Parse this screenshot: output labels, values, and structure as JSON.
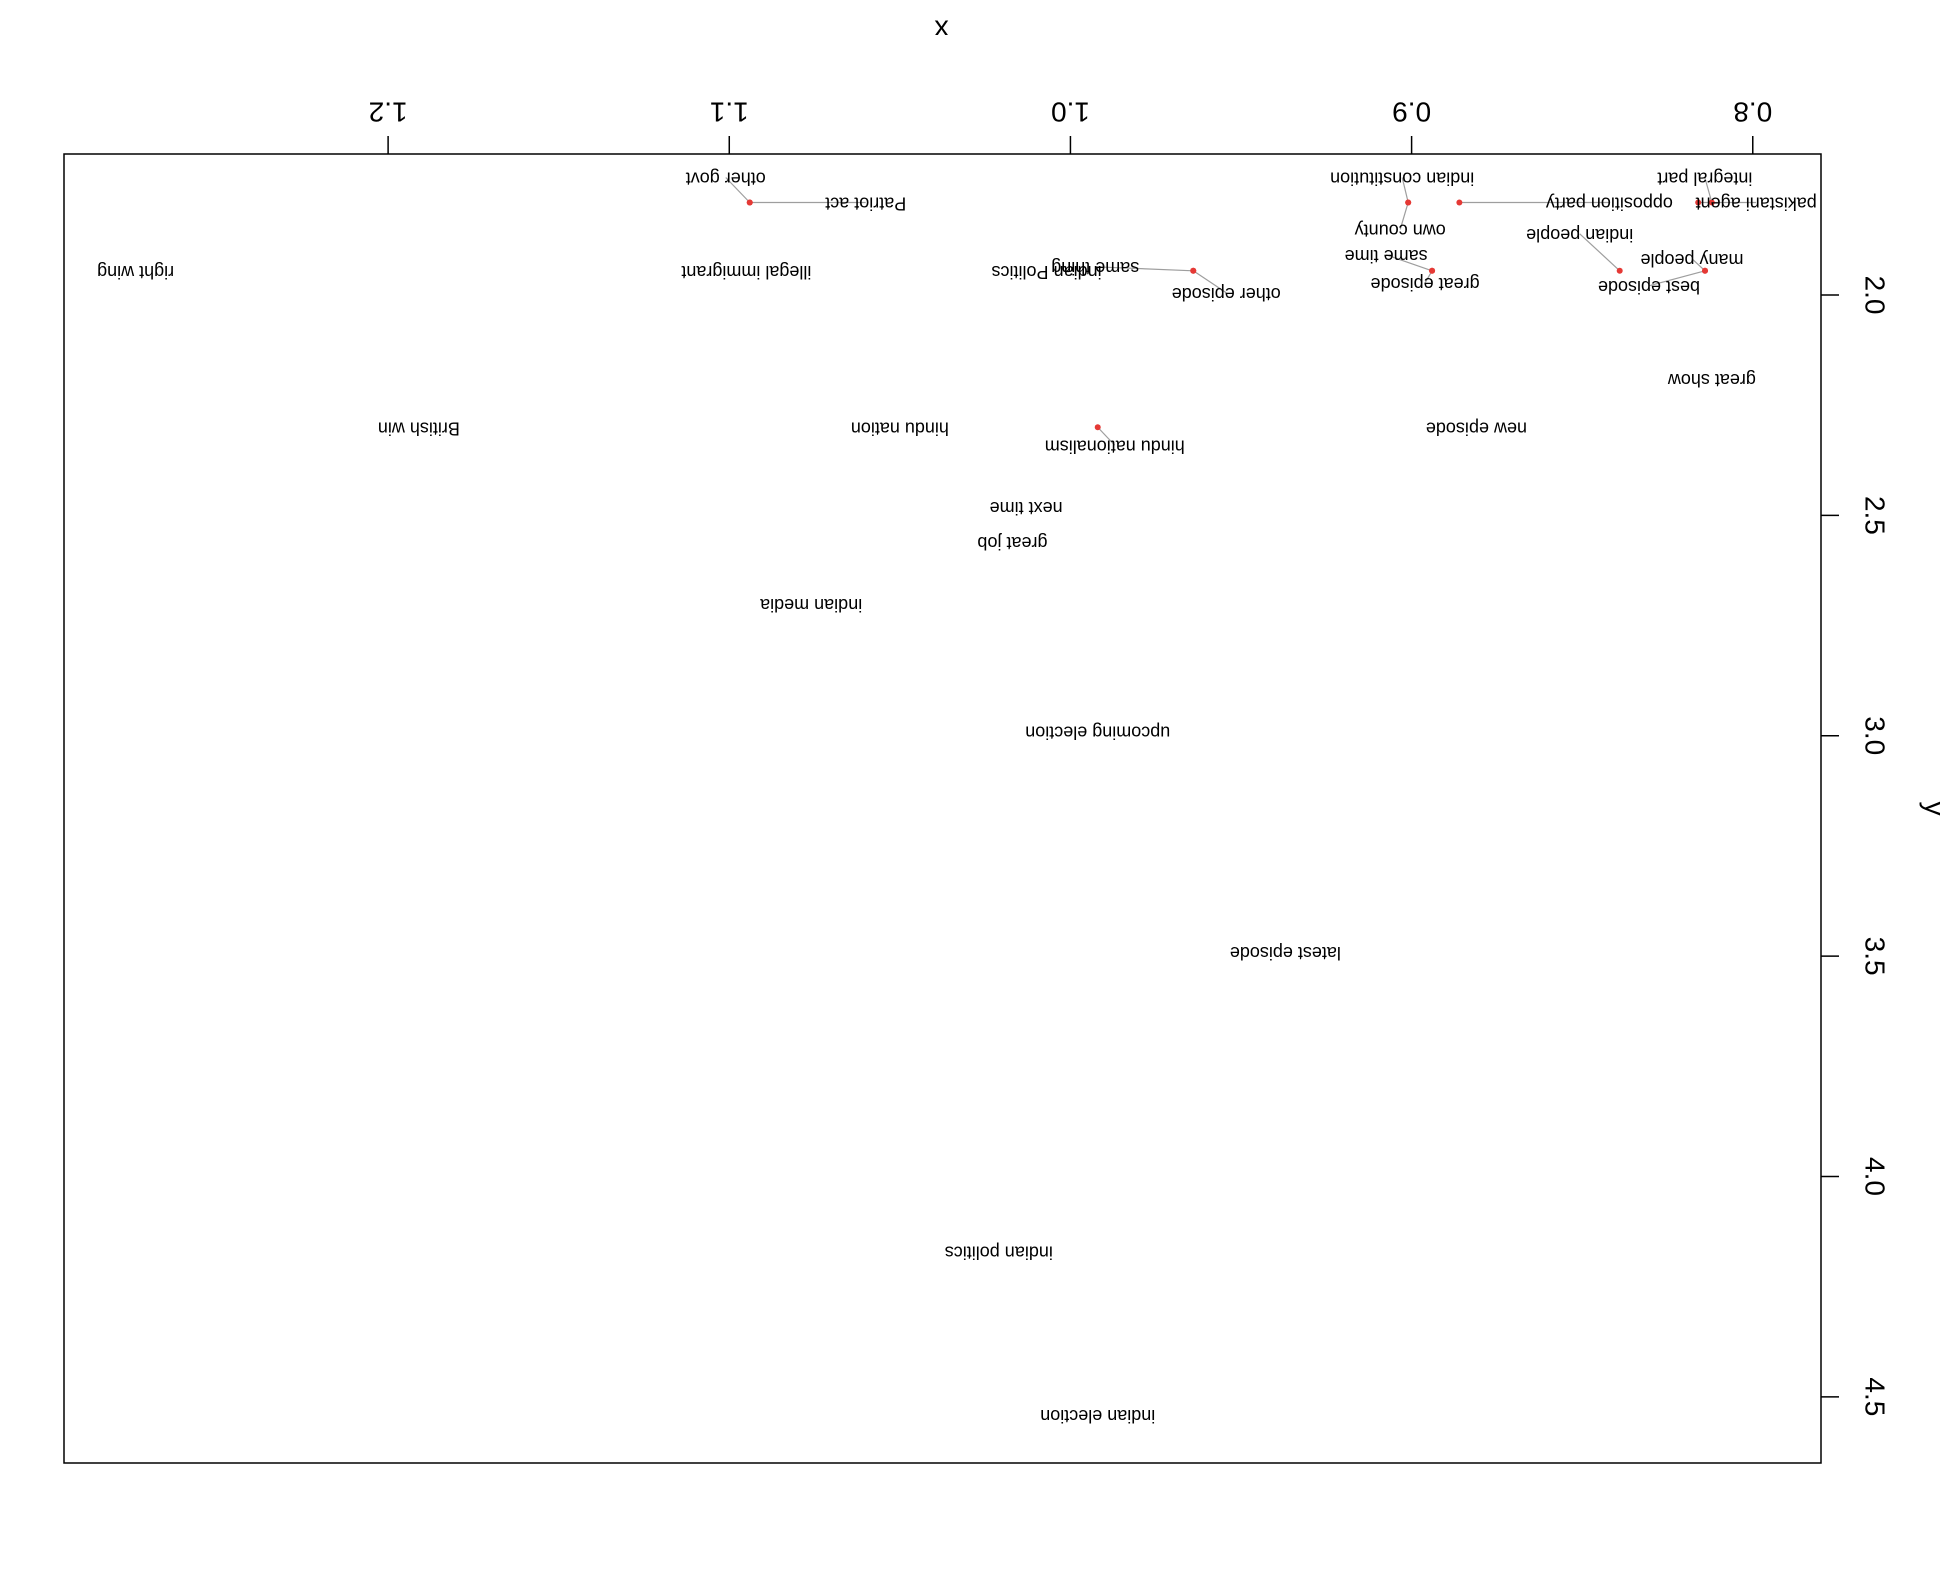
{
  "chart_data": {
    "type": "scatter",
    "orientation": "rotated 180 degrees",
    "xlabel": "x",
    "ylabel": "y",
    "xlim": [
      0.78,
      1.295
    ],
    "ylim": [
      1.68,
      4.65
    ],
    "x_ticks": [
      {
        "value": 0.8,
        "label": "0.8"
      },
      {
        "value": 0.9,
        "label": "0.9"
      },
      {
        "value": 1.0,
        "label": "1.0"
      },
      {
        "value": 1.1,
        "label": "1.1"
      },
      {
        "value": 1.2,
        "label": "1.2"
      }
    ],
    "y_ticks": [
      {
        "value": 2.0,
        "label": "2.0"
      },
      {
        "value": 2.5,
        "label": "2.5"
      },
      {
        "value": 3.0,
        "label": "3.0"
      },
      {
        "value": 3.5,
        "label": "3.5"
      },
      {
        "value": 4.0,
        "label": "4.0"
      },
      {
        "value": 4.5,
        "label": "4.5"
      }
    ],
    "marker_color": "#e53935",
    "leader_color": "#9e9e9e",
    "points": [
      {
        "label": "integral part",
        "x": 0.812,
        "y": 1.79
      },
      {
        "label": "pakistani agent",
        "x": 0.816,
        "y": 1.79
      },
      {
        "label": "indian constitution",
        "x": 0.901,
        "y": 1.79
      },
      {
        "label": "opposition party",
        "x": 0.886,
        "y": 1.79
      },
      {
        "label": "own county",
        "x": 0.901,
        "y": 1.79
      },
      {
        "label": "other govt",
        "x": 1.094,
        "y": 1.79
      },
      {
        "label": "Patriot act",
        "x": 1.094,
        "y": 1.79
      },
      {
        "label": "indian people",
        "x": 0.839,
        "y": 1.945
      },
      {
        "label": "many people",
        "x": 0.814,
        "y": 1.945
      },
      {
        "label": "same time",
        "x": 0.894,
        "y": 1.945
      },
      {
        "label": "best episode",
        "x": 0.814,
        "y": 1.945
      },
      {
        "label": "great episode",
        "x": 0.894,
        "y": 1.945
      },
      {
        "label": "same thing",
        "x": 0.964,
        "y": 1.945
      },
      {
        "label": "other episode",
        "x": 0.964,
        "y": 1.945
      },
      {
        "label": "indian Politics",
        "x": 1.007,
        "y": 1.945
      },
      {
        "label": "illegal immigrant",
        "x": 1.095,
        "y": 1.945
      },
      {
        "label": "right wing",
        "x": 1.274,
        "y": 1.945
      },
      {
        "label": "great show",
        "x": 0.812,
        "y": 2.19
      },
      {
        "label": "new episode",
        "x": 0.881,
        "y": 2.3
      },
      {
        "label": "hindu nationalism",
        "x": 0.992,
        "y": 2.3
      },
      {
        "label": "hindu nation",
        "x": 1.05,
        "y": 2.3
      },
      {
        "label": "British win",
        "x": 1.191,
        "y": 2.3
      },
      {
        "label": "next time",
        "x": 1.013,
        "y": 2.48
      },
      {
        "label": "great job",
        "x": 1.017,
        "y": 2.56
      },
      {
        "label": "indian media",
        "x": 1.076,
        "y": 2.7
      },
      {
        "label": "upcoming election",
        "x": 0.992,
        "y": 2.99
      },
      {
        "label": "latest episode",
        "x": 0.937,
        "y": 3.49
      },
      {
        "label": "indian politics",
        "x": 1.021,
        "y": 4.17
      },
      {
        "label": "indian election",
        "x": 0.992,
        "y": 4.54
      }
    ]
  }
}
